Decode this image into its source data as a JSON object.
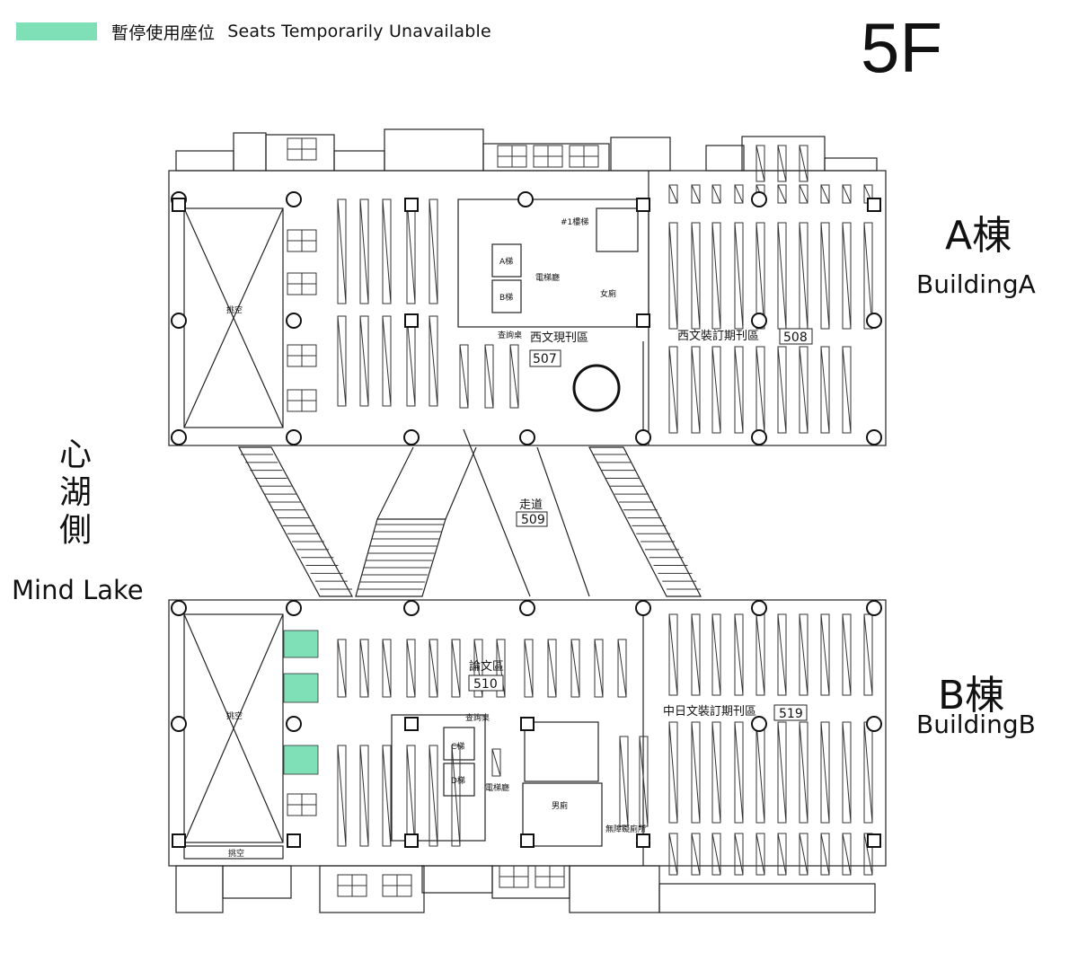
{
  "legend": {
    "swatch_color": "#7fe0b8",
    "label_zh": "暫停使用座位",
    "label_en": "Seats Temporarily Unavailable"
  },
  "floor": "5F",
  "side": {
    "zh": "心湖側",
    "en": "Mind Lake"
  },
  "building_a": {
    "title": "A棟",
    "subtitle": "BuildingA",
    "rooms": {
      "void": "挑空",
      "current_periodicals": "西文現刊區",
      "current_periodicals_no": "507",
      "bound_periodicals": "西文裝訂期刊區",
      "bound_periodicals_no": "508",
      "catalog_desk": "查詢桌",
      "stair1": "#1樓梯",
      "elevator_a": "A梯",
      "elevator_b": "B梯",
      "computer_room": "電梯廳",
      "female_wc": "女廁"
    }
  },
  "corridor": {
    "label": "走道",
    "no": "509"
  },
  "building_b": {
    "title": "B棟",
    "subtitle": "BuildingB",
    "rooms": {
      "void": "挑空",
      "void_bottom": "挑空",
      "thesis": "論文區",
      "thesis_no": "510",
      "cjk_bound": "中日文裝訂期刊區",
      "cjk_bound_no": "519",
      "catalog_desk": "查詢桌",
      "elevator_c": "C梯",
      "elevator_d": "D梯",
      "computer_room": "電梯廳",
      "male_wc": "男廁",
      "accessible_wc": "無障礙廁所"
    }
  }
}
